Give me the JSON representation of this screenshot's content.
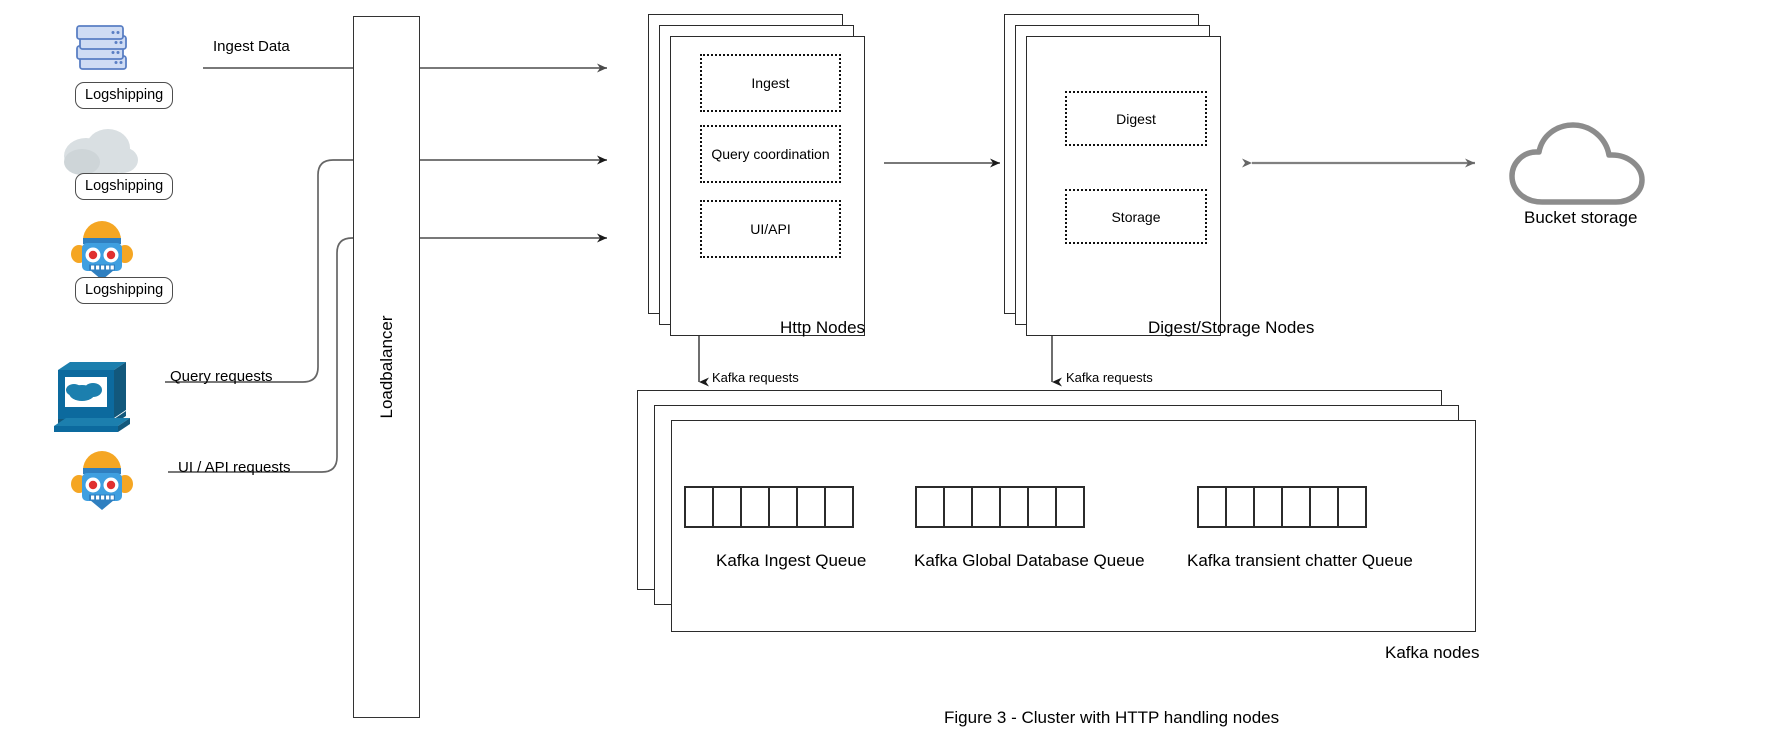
{
  "figure": {
    "caption": "Figure 3 - Cluster with HTTP handling nodes"
  },
  "sources": [
    {
      "icon": "server-stack-icon",
      "label": "Logshipping"
    },
    {
      "icon": "cloud-icon",
      "label": "Logshipping"
    },
    {
      "icon": "robot-icon",
      "label": "Logshipping"
    }
  ],
  "clients": [
    {
      "icon": "workstation-monitor-icon",
      "label": "Query requests"
    },
    {
      "icon": "robot-icon",
      "label": "UI / API requests"
    }
  ],
  "flows": {
    "ingest_data": "Ingest Data",
    "query_requests": "Query requests",
    "ui_api_requests": "UI / API requests",
    "kafka_requests_http": "Kafka requests",
    "kafka_requests_digest": "Kafka requests"
  },
  "loadbalancer": {
    "label": "Loadbalancer"
  },
  "http_nodes": {
    "title": "Http Nodes",
    "stack_count": 3,
    "components": [
      "Ingest",
      "Query coordination",
      "UI/API"
    ]
  },
  "digest_nodes": {
    "title": "Digest/Storage Nodes",
    "stack_count": 3,
    "components": [
      "Digest",
      "Storage"
    ]
  },
  "bucket_storage": {
    "label": "Bucket storage",
    "icon": "cloud-outline-icon"
  },
  "kafka_nodes": {
    "title": "Kafka nodes",
    "stack_count": 3,
    "queues": [
      {
        "label": "Kafka Ingest Queue",
        "cells": 6
      },
      {
        "label": "Kafka Global Database Queue",
        "cells": 6
      },
      {
        "label": "Kafka transient chatter Queue",
        "cells": 6
      }
    ]
  },
  "colors": {
    "line": "#666666",
    "node_border": "#2b2b2b",
    "cloud_outline": "#8c8c8c",
    "icon_blue": "#0c6a9e",
    "icon_light_blue": "#c7d6f0",
    "robot_blue": "#3f9fe0",
    "robot_orange": "#f5a623",
    "robot_eye": "#e03030"
  }
}
